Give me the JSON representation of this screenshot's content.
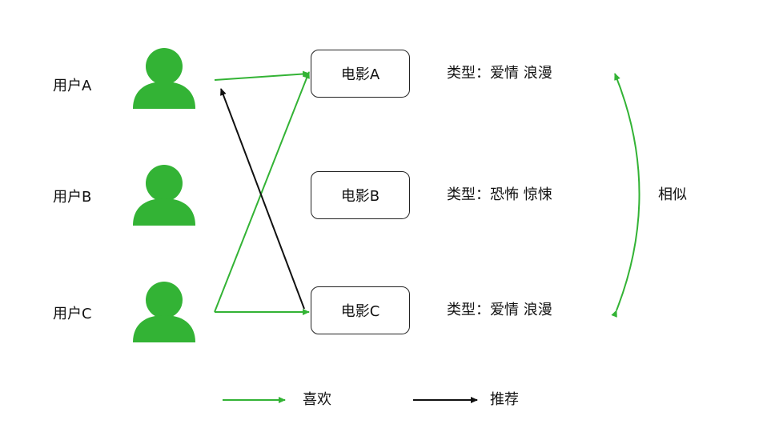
{
  "colors": {
    "user_icon": "#33b335",
    "like_arrow": "#33b335",
    "recommend_arrow": "#111111",
    "similar_arc": "#33b335",
    "text": "#111111"
  },
  "users": [
    {
      "label": "用户A",
      "icon": "user-icon"
    },
    {
      "label": "用户B",
      "icon": "user-icon"
    },
    {
      "label": "用户C",
      "icon": "user-icon"
    }
  ],
  "movies": [
    {
      "label": "电影A",
      "genre": "类型：爱情 浪漫"
    },
    {
      "label": "电影B",
      "genre": "类型：恐怖 惊悚"
    },
    {
      "label": "电影C",
      "genre": "类型：爱情 浪漫"
    }
  ],
  "similar_label": "相似",
  "legend": {
    "like_label": "喜欢",
    "recommend_label": "推荐"
  }
}
